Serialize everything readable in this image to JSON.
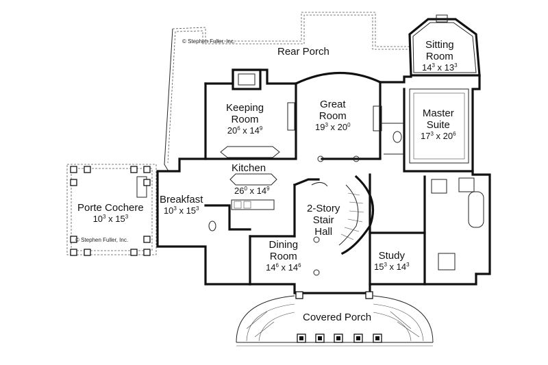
{
  "copyright": {
    "top": "© Stephen Fuller, Inc.",
    "porte": "© Stephen Fuller, Inc."
  },
  "rooms": {
    "rear_porch": {
      "name": "Rear Porch"
    },
    "sitting_room": {
      "name_1": "Sitting",
      "name_2": "Room",
      "w": "14",
      "w_in": "3",
      "l": "13",
      "l_in": "3"
    },
    "keeping_room": {
      "name_1": "Keeping",
      "name_2": "Room",
      "w": "20",
      "w_in": "6",
      "l": "14",
      "l_in": "9"
    },
    "great_room": {
      "name_1": "Great",
      "name_2": "Room",
      "w": "19",
      "w_in": "3",
      "l": "20",
      "l_in": "0"
    },
    "master_suite": {
      "name_1": "Master",
      "name_2": "Suite",
      "w": "17",
      "w_in": "3",
      "l": "20",
      "l_in": "6"
    },
    "kitchen": {
      "name": "Kitchen",
      "w": "26",
      "w_in": "0",
      "l": "14",
      "l_in": "9"
    },
    "breakfast": {
      "name": "Breakfast",
      "w": "10",
      "w_in": "3",
      "l": "15",
      "l_in": "3"
    },
    "porte_cochere": {
      "name": "Porte Cochere",
      "w": "10",
      "w_in": "3",
      "l": "15",
      "l_in": "3"
    },
    "stair_hall": {
      "name_1": "2-Story",
      "name_2": "Stair",
      "name_3": "Hall"
    },
    "dining_room": {
      "name_1": "Dining",
      "name_2": "Room",
      "w": "14",
      "w_in": "6",
      "l": "14",
      "l_in": "6"
    },
    "study": {
      "name": "Study",
      "w": "15",
      "w_in": "3",
      "l": "14",
      "l_in": "3"
    },
    "covered_porch": {
      "name": "Covered Porch"
    }
  },
  "dimension_separator": "x"
}
